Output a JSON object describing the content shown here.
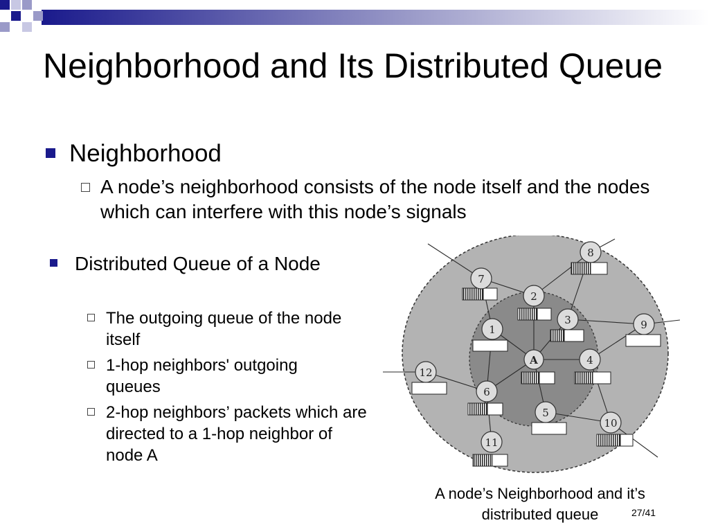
{
  "slide": {
    "title": "Neighborhood and Its Distributed Queue",
    "bullet1": {
      "heading": "Neighborhood",
      "sub": "A node’s neighborhood consists of the node itself and the nodes which can interfere with this node’s signals"
    },
    "bullet2": {
      "heading": "Distributed Queue of a Node",
      "subs": [
        "The outgoing queue of the node itself",
        "1-hop neighbors' outgoing queues",
        "2-hop neighbors’ packets which are directed to a 1-hop neighbor of node A"
      ]
    },
    "caption": "A node’s Neighborhood and it’s distributed queue",
    "page_number": "27/41"
  },
  "diagram": {
    "center_node": "A",
    "nodes": [
      "1",
      "2",
      "3",
      "4",
      "5",
      "6",
      "7",
      "8",
      "9",
      "10",
      "11",
      "12"
    ],
    "colors": {
      "outer_region": "#b3b3b3",
      "inner_region": "#8a8a8a",
      "node_fill": "#dcdcdc",
      "header_accent": "#1a1a8c"
    }
  }
}
